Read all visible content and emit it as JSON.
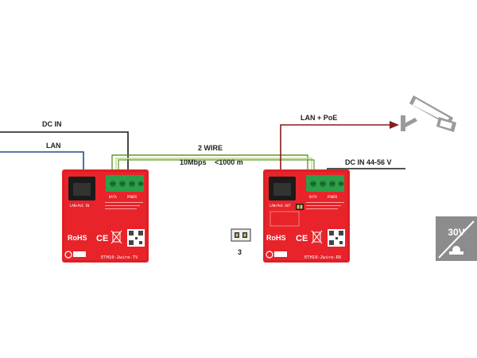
{
  "labels": {
    "dc_in_left": "DC IN",
    "lan_left": "LAN",
    "two_wire": "2 WIRE",
    "speed": "10Mbps",
    "distance": "<1000 m",
    "lan_poe": "LAN + PoE",
    "dc_in_right": "DC IN 44-56 V",
    "jumper_number": "3"
  },
  "left_board": {
    "model": "ETH10-2wire-TV",
    "port_label": "LAN+PoE IN",
    "terminal_labels": [
      "DATA",
      "POWER"
    ],
    "rohs": "RoHS",
    "ce": "CE"
  },
  "right_board": {
    "model": "ETH10-2wire-RX",
    "port_label": "LAN+PoE OUT",
    "terminal_labels": [
      "DATA",
      "POWER"
    ],
    "rohs": "RoHS",
    "ce": "CE"
  },
  "badge": {
    "text": "30V"
  },
  "colors": {
    "pcb_red": "#e8232a",
    "pcb_dark": "#c81c22",
    "terminal_green": "#2e9e4a",
    "wire_green": "#5a9a2a",
    "wire_blue": "#1f4e8c",
    "wire_dark_red": "#8b1a1a",
    "camera_gray": "#9a9a9a",
    "badge_gray": "#8c8c8c"
  },
  "icons": [
    "cctv-camera-icon",
    "jumper-icon",
    "temperature-badge-icon",
    "ce-mark-icon",
    "weee-bin-icon",
    "qr-code-icon"
  ]
}
